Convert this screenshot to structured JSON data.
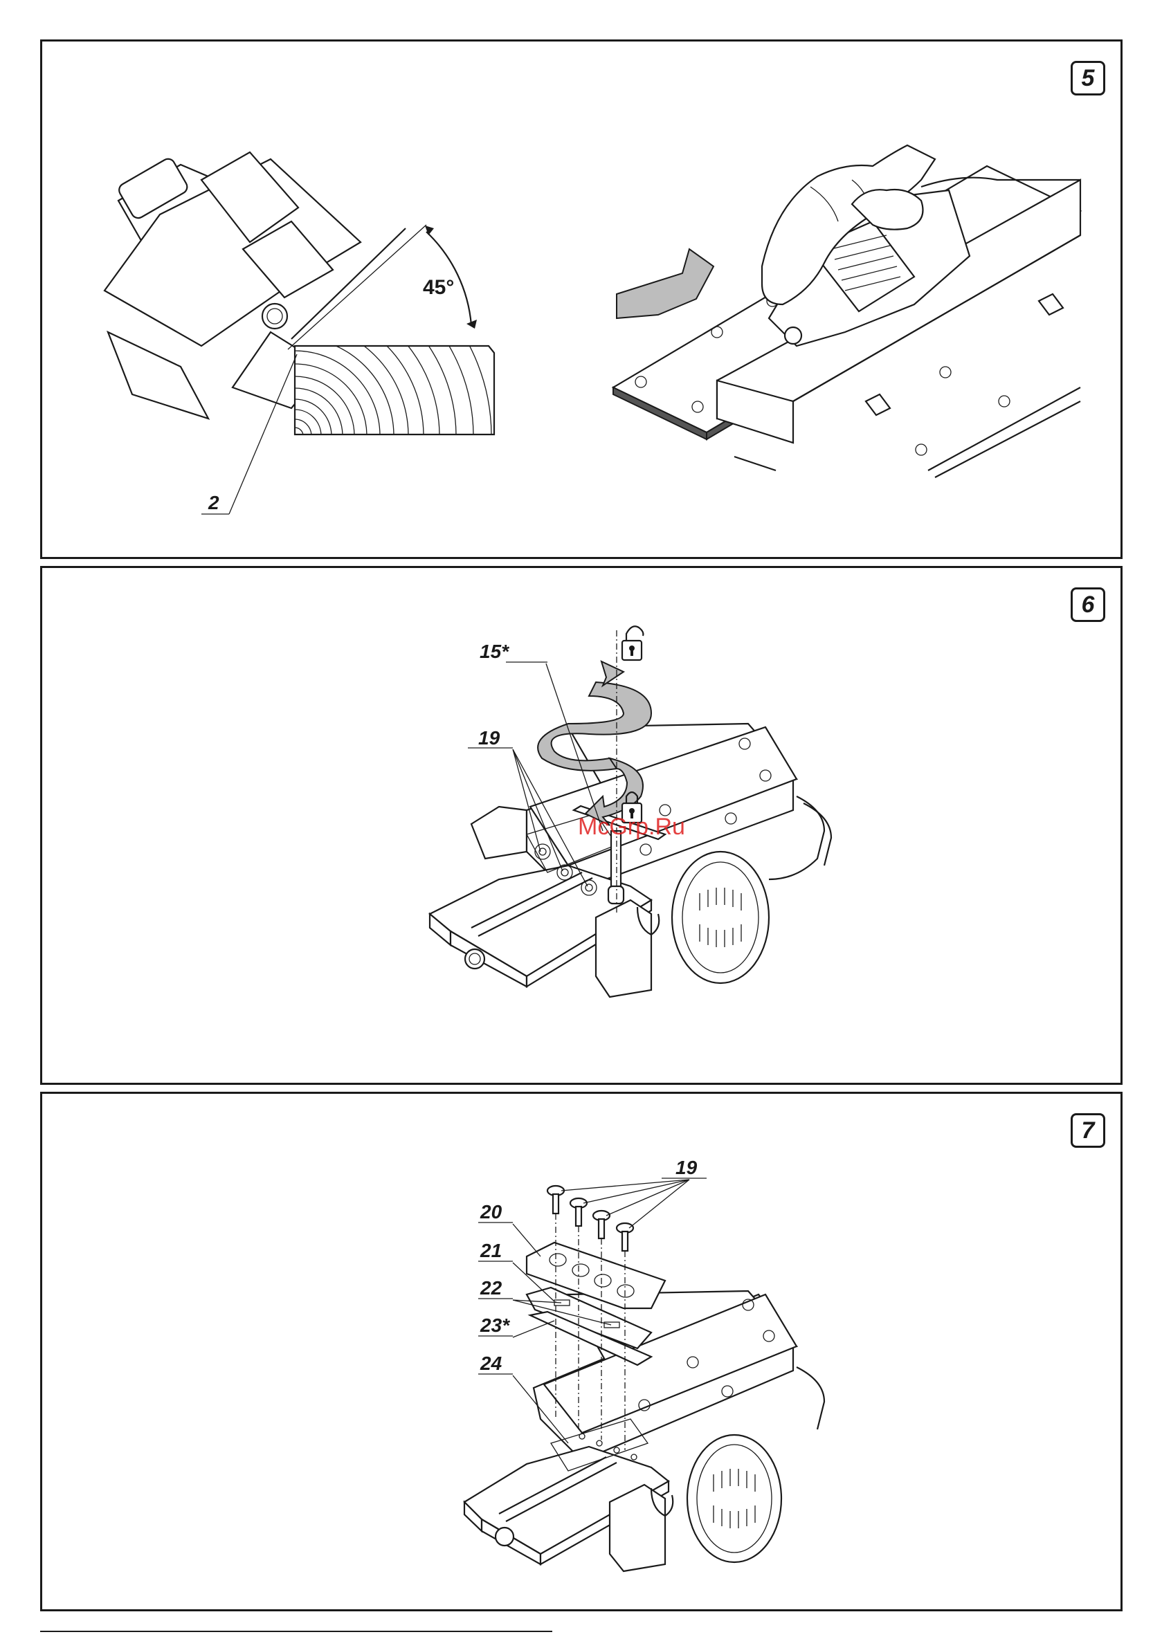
{
  "figures": [
    {
      "number": "5",
      "callouts": [
        "2"
      ],
      "angle_label": "45°"
    },
    {
      "number": "6",
      "callouts": [
        "15*",
        "19"
      ]
    },
    {
      "number": "7",
      "callouts": [
        "19",
        "20",
        "21",
        "22",
        "23*",
        "24"
      ]
    }
  ],
  "watermark": "McGrp.Ru",
  "icons": [
    "lock-open-icon",
    "lock-closed-icon",
    "rotate-arrow-icon",
    "direction-arrow-icon"
  ]
}
